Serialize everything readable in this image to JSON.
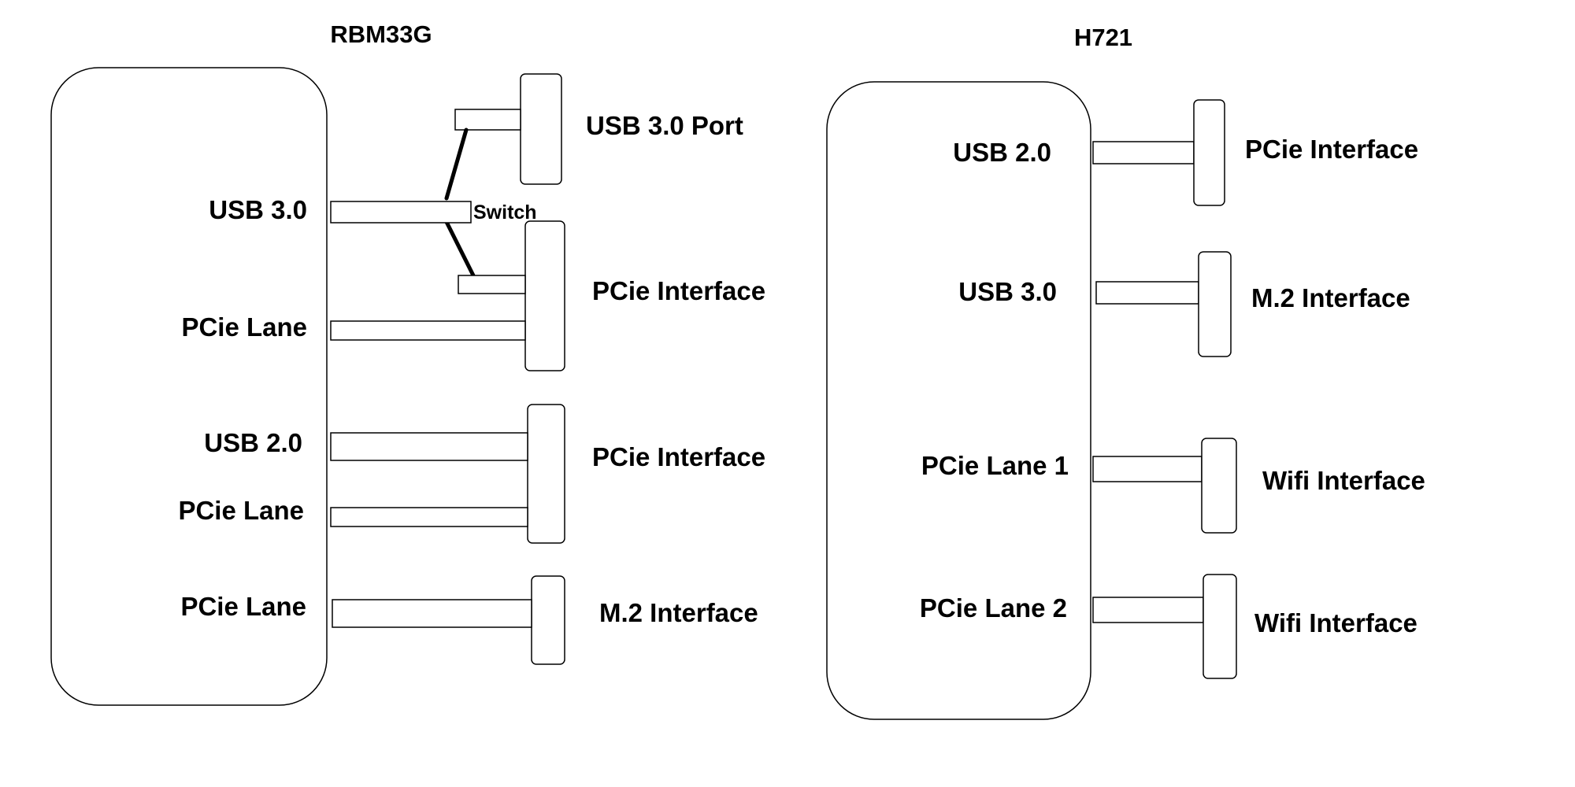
{
  "rbm33g": {
    "title": "RBM33G",
    "ports": {
      "usb30": "USB 3.0",
      "pcie_lane_a": "PCie Lane",
      "usb20": "USB 2.0",
      "pcie_lane_b": "PCie Lane",
      "pcie_lane_c": "PCie Lane"
    },
    "switch_label": "Switch",
    "devices": {
      "usb30_port": "USB 3.0 Port",
      "pcie_interface_a": "PCie Interface",
      "pcie_interface_b": "PCie Interface",
      "m2_interface": "M.2 Interface"
    }
  },
  "h721": {
    "title": "H721",
    "ports": {
      "usb20": "USB 2.0",
      "usb30": "USB 3.0",
      "pcie_lane_1": "PCie Lane 1",
      "pcie_lane_2": "PCie Lane 2"
    },
    "devices": {
      "pcie_interface": "PCie Interface",
      "m2_interface": "M.2 Interface",
      "wifi_interface_1": "Wifi Interface",
      "wifi_interface_2": "Wifi Interface"
    }
  }
}
